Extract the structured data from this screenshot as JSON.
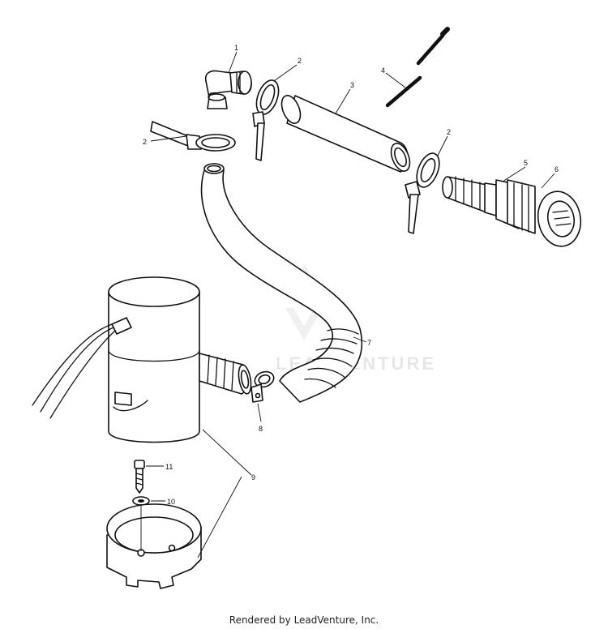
{
  "callouts": {
    "c1": "1",
    "c2a": "2",
    "c2b": "2",
    "c2c": "2",
    "c3": "3",
    "c4": "4",
    "c5": "5",
    "c6": "6",
    "c7": "7",
    "c8": "8",
    "c9": "9",
    "c10": "10",
    "c11": "11"
  },
  "watermark": "LEADVENTURE",
  "footer": "Rendered by LeadVenture, Inc."
}
